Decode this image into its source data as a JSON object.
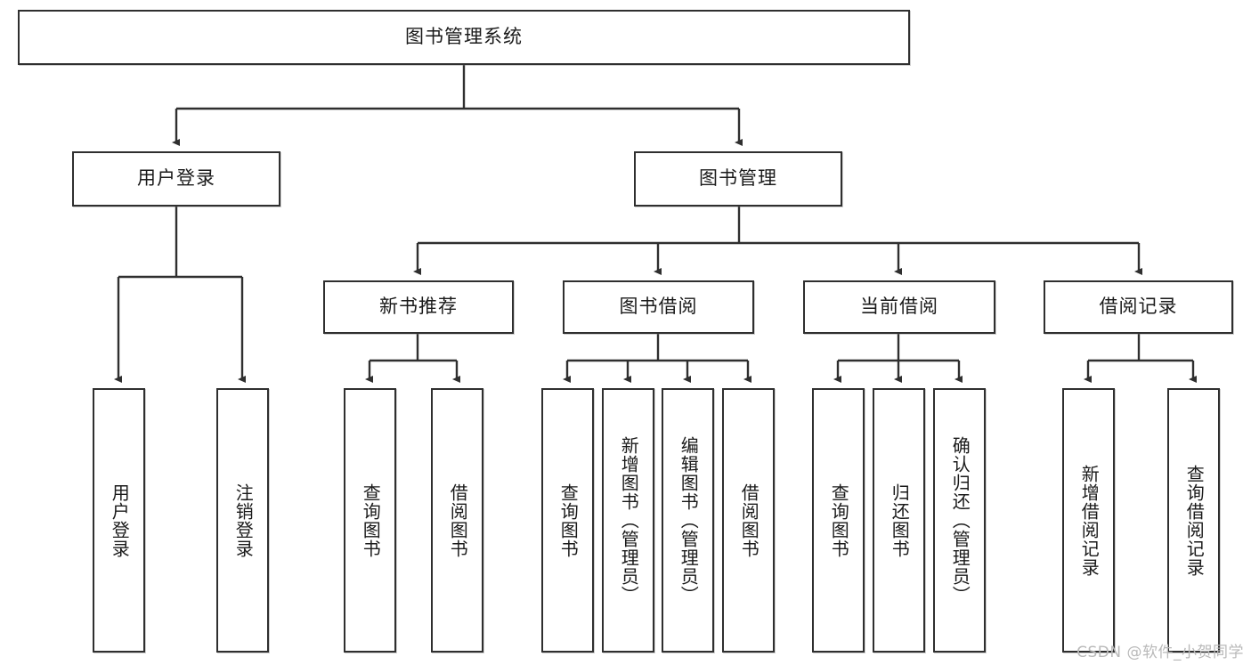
{
  "diagram": {
    "title": "图书管理系统",
    "watermark": "CSDN @软件_小贺同学",
    "line_color": "#2f2f2f",
    "box_fill": "#ffffff",
    "text_color": "#1a1a1a",
    "root": {
      "label": "图书管理系统"
    },
    "level2": [
      {
        "label": "用户登录"
      },
      {
        "label": "图书管理"
      }
    ],
    "level3": [
      {
        "label": "新书推荐"
      },
      {
        "label": "图书借阅"
      },
      {
        "label": "当前借阅"
      },
      {
        "label": "借阅记录"
      }
    ],
    "leaves": {
      "user_login": [
        {
          "label": "用户登录"
        },
        {
          "label": "注销登录"
        }
      ],
      "new_book_recommend": [
        {
          "label": "查询图书"
        },
        {
          "label": "借阅图书"
        }
      ],
      "book_borrow": [
        {
          "label": "查询图书"
        },
        {
          "label": "新增图书（管理员）"
        },
        {
          "label": "编辑图书（管理员）"
        },
        {
          "label": "借阅图书"
        }
      ],
      "current_borrow": [
        {
          "label": "查询图书"
        },
        {
          "label": "归还图书"
        },
        {
          "label": "确认归还（管理员）"
        }
      ],
      "borrow_record": [
        {
          "label": "新增借阅记录"
        },
        {
          "label": "查询借阅记录"
        }
      ]
    }
  }
}
